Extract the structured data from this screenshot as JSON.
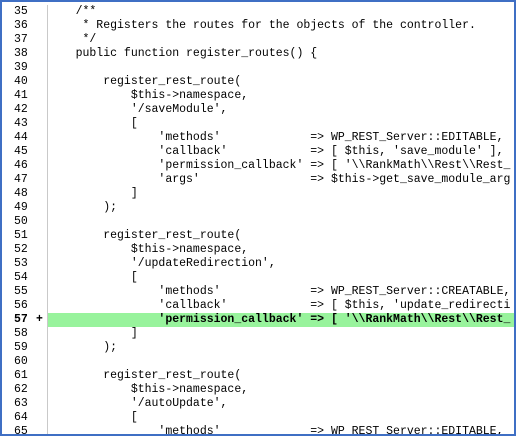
{
  "lines": [
    {
      "num": "35",
      "marker": "",
      "text": "    /**",
      "highlight": false
    },
    {
      "num": "36",
      "marker": "",
      "text": "     * Registers the routes for the objects of the controller.",
      "highlight": false
    },
    {
      "num": "37",
      "marker": "",
      "text": "     */",
      "highlight": false
    },
    {
      "num": "38",
      "marker": "",
      "text": "    public function register_routes() {",
      "highlight": false
    },
    {
      "num": "39",
      "marker": "",
      "text": "",
      "highlight": false
    },
    {
      "num": "40",
      "marker": "",
      "text": "        register_rest_route(",
      "highlight": false
    },
    {
      "num": "41",
      "marker": "",
      "text": "            $this->namespace,",
      "highlight": false
    },
    {
      "num": "42",
      "marker": "",
      "text": "            '/saveModule',",
      "highlight": false
    },
    {
      "num": "43",
      "marker": "",
      "text": "            [",
      "highlight": false
    },
    {
      "num": "44",
      "marker": "",
      "text": "                'methods'             => WP_REST_Server::EDITABLE,",
      "highlight": false
    },
    {
      "num": "45",
      "marker": "",
      "text": "                'callback'            => [ $this, 'save_module' ],",
      "highlight": false
    },
    {
      "num": "46",
      "marker": "",
      "text": "                'permission_callback' => [ '\\\\RankMath\\\\Rest\\\\Rest_",
      "highlight": false
    },
    {
      "num": "47",
      "marker": "",
      "text": "                'args'                => $this->get_save_module_arg",
      "highlight": false
    },
    {
      "num": "48",
      "marker": "",
      "text": "            ]",
      "highlight": false
    },
    {
      "num": "49",
      "marker": "",
      "text": "        );",
      "highlight": false
    },
    {
      "num": "50",
      "marker": "",
      "text": "",
      "highlight": false
    },
    {
      "num": "51",
      "marker": "",
      "text": "        register_rest_route(",
      "highlight": false
    },
    {
      "num": "52",
      "marker": "",
      "text": "            $this->namespace,",
      "highlight": false
    },
    {
      "num": "53",
      "marker": "",
      "text": "            '/updateRedirection',",
      "highlight": false
    },
    {
      "num": "54",
      "marker": "",
      "text": "            [",
      "highlight": false
    },
    {
      "num": "55",
      "marker": "",
      "text": "                'methods'             => WP_REST_Server::CREATABLE,",
      "highlight": false
    },
    {
      "num": "56",
      "marker": "",
      "text": "                'callback'            => [ $this, 'update_redirecti",
      "highlight": false
    },
    {
      "num": "57",
      "marker": "+",
      "text": "                'permission_callback' => [ '\\\\RankMath\\\\Rest\\\\Rest_",
      "highlight": true
    },
    {
      "num": "58",
      "marker": "",
      "text": "            ]",
      "highlight": false
    },
    {
      "num": "59",
      "marker": "",
      "text": "        );",
      "highlight": false
    },
    {
      "num": "60",
      "marker": "",
      "text": "",
      "highlight": false
    },
    {
      "num": "61",
      "marker": "",
      "text": "        register_rest_route(",
      "highlight": false
    },
    {
      "num": "62",
      "marker": "",
      "text": "            $this->namespace,",
      "highlight": false
    },
    {
      "num": "63",
      "marker": "",
      "text": "            '/autoUpdate',",
      "highlight": false
    },
    {
      "num": "64",
      "marker": "",
      "text": "            [",
      "highlight": false
    },
    {
      "num": "65",
      "marker": "",
      "text": "                'methods'             => WP_REST_Server::EDITABLE,",
      "highlight": false
    }
  ],
  "colors": {
    "border": "#3f6fc4",
    "highlight": "#98f39c",
    "text": "#000000"
  }
}
